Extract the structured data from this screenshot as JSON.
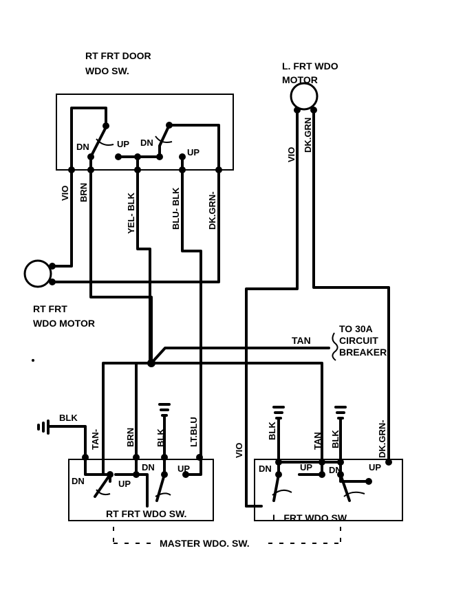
{
  "colors": {
    "ink": "#000000",
    "background": "#ffffff"
  },
  "labels": {
    "rt_door_switch": [
      "RT FRT DOOR",
      "WDO SW."
    ],
    "rt_motor": [
      "RT FRT",
      "WDO MOTOR"
    ],
    "l_motor": [
      "L. FRT WDO",
      "MOTOR"
    ],
    "breaker": [
      "TO 30A",
      "CIRCUIT",
      "BREAKER"
    ],
    "rt_master_switch": "RT FRT WDO SW.",
    "l_master_switch": "L. FRT WDO SW",
    "master_group": "MASTER WDO. SW."
  },
  "terminals": {
    "down": "DN",
    "up": "UP"
  },
  "wires": {
    "vio": "VIO",
    "brn": "BRN",
    "yel_blk": "YEL- BLK",
    "blu_blk": "BLU- BLK",
    "dk_grn": "DK.GRN-",
    "dk_grn_l": "DK.GRN",
    "tan": "TAN",
    "tan_dash": "TAN-",
    "blk": "BLK",
    "lt_blu": "LT.BLU",
    "dk_grn_master": "DK.GRN-"
  },
  "icons": [
    "motor-icon",
    "ground-icon",
    "switch-contact-icon"
  ]
}
